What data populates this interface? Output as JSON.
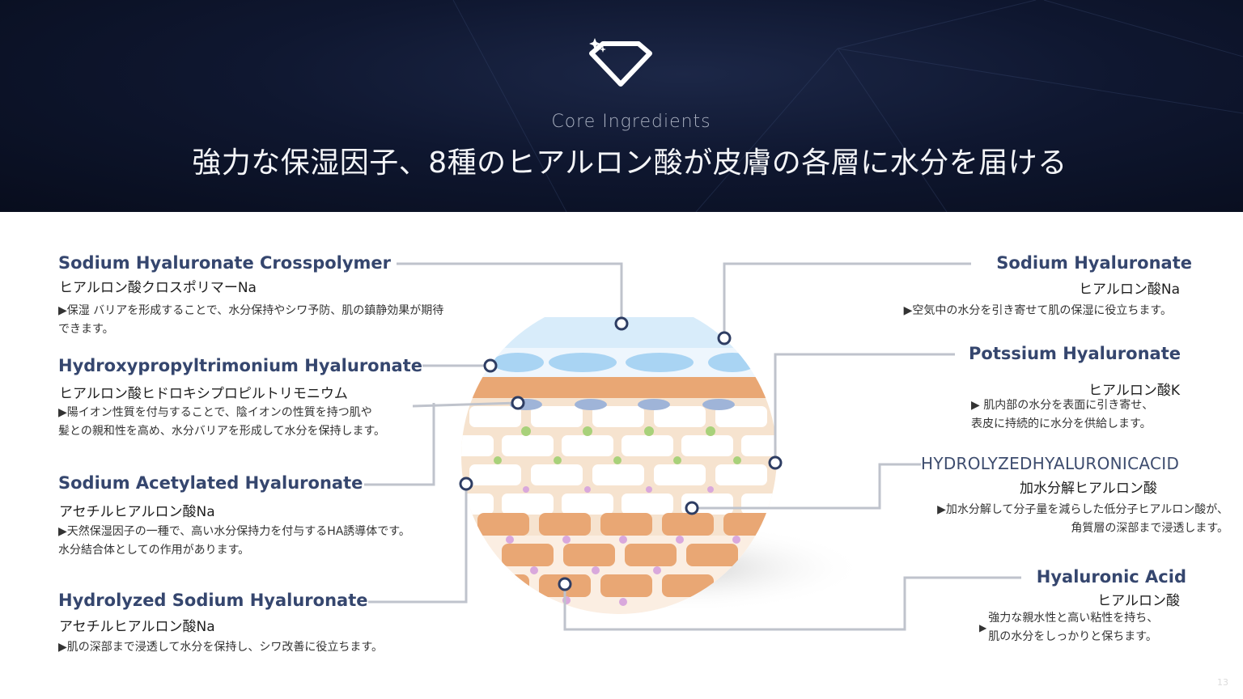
{
  "header": {
    "subtitle": "Core Ingredients",
    "title": "強力な保湿因子、8種のヒアルロン酸が皮膚の各層に水分を届ける"
  },
  "ingredients_left": [
    {
      "name": "Sodium Hyaluronate Crosspolymer",
      "jp": "ヒアルロン酸クロスポリマーNa",
      "desc": [
        "▶保湿 バリアを形成することで、水分保持やシワ予防、肌の鎮静効果が期待",
        "できます。"
      ]
    },
    {
      "name": "Hydroxypropyltrimonium Hyaluronate",
      "jp": "ヒアルロン酸ヒドロキシプロピルトリモニウム",
      "desc": [
        "▶陽イオン性質を付与することで、陰イオンの性質を持つ肌や",
        "髪との親和性を高め、水分バリアを形成して水分を保持します。"
      ]
    },
    {
      "name": "Sodium Acetylated Hyaluronate",
      "jp": "アセチルヒアルロン酸Na",
      "desc": [
        "▶天然保湿因子の一種で、高い水分保持力を付与するHA誘導体です。",
        "水分結合体としての作用があります。"
      ]
    },
    {
      "name": "Hydrolyzed Sodium Hyaluronate",
      "jp": "アセチルヒアルロン酸Na",
      "desc": [
        "▶肌の深部まで浸透して水分を保持し、シワ改善に役立ちます。"
      ]
    }
  ],
  "ingredients_right": [
    {
      "name": "Sodium Hyaluronate",
      "jp": "ヒアルロン酸Na",
      "desc": [
        "▶空気中の水分を引き寄せて肌の保湿に役立ちます。"
      ]
    },
    {
      "name": "Potssium Hyaluronate",
      "jp": "ヒアルロン酸K",
      "desc": [
        "▶ 肌内部の水分を表面に引き寄せ、",
        "表皮に持続的に水分を供給します。"
      ]
    },
    {
      "name": "HYDROLYZEDHYALURONICACID",
      "jp": "加水分解ヒアルロン酸",
      "desc": [
        "▶加水分解して分子量を減らした低分子ヒアルロン酸が、",
        "角質層の深部まで浸透します。"
      ]
    },
    {
      "name": "Hyaluronic Acid",
      "jp": "ヒアルロン酸",
      "desc": [
        "強力な親水性と高い粘性を持ち、",
        "肌の水分をしっかりと保ちます。"
      ]
    }
  ],
  "page_number": "13",
  "colors": {
    "header_bg": "#0f1730",
    "accent": "#35466e",
    "connector": "#bfc3cc",
    "dot": "#2e3d63"
  }
}
